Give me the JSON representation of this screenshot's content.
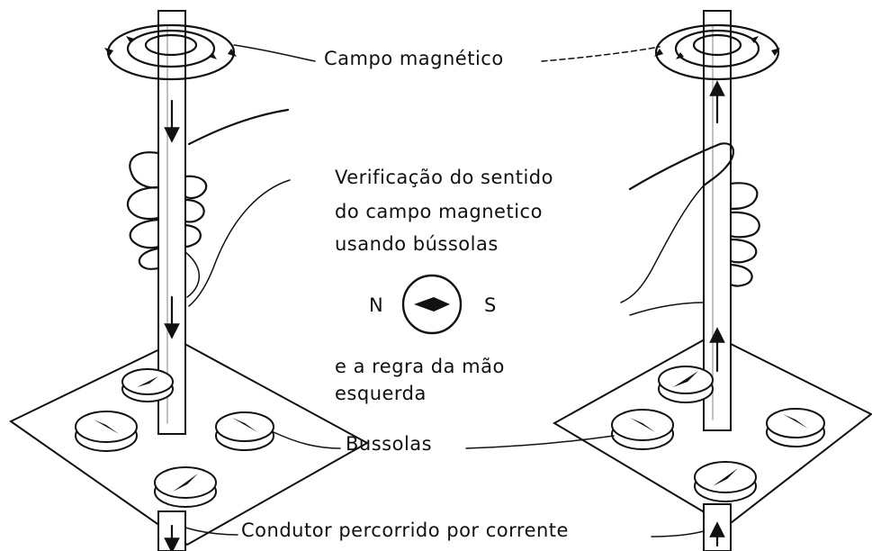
{
  "labels": {
    "magnetic_field": "Campo magnético",
    "verification_line1": "Verificação do sentido",
    "verification_line2": "do campo magnetico",
    "verification_line3": "usando bússolas",
    "north": "N",
    "south": "S",
    "rule_line1": "e a regra da mão",
    "rule_line2": "esquerda",
    "compasses": "Bussolas",
    "conductor": "Condutor percorrido por corrente"
  },
  "current_direction": {
    "left_conductor": "down",
    "right_conductor": "up"
  },
  "colors": {
    "ink": "#111111",
    "paper": "#ffffff"
  }
}
